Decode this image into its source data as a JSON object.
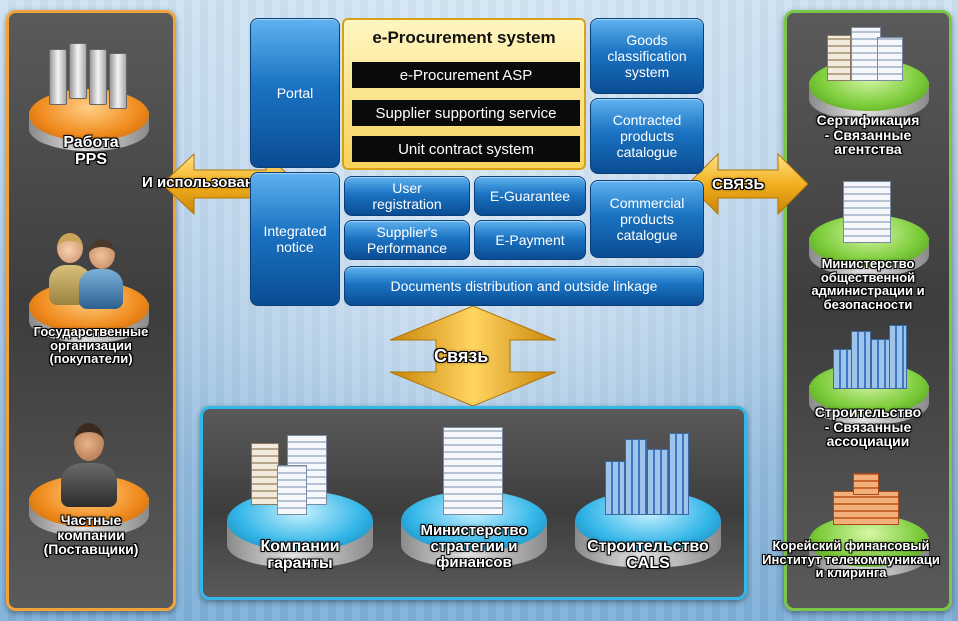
{
  "left_panel": {
    "nodes": [
      {
        "label": "Работа\nPPS"
      },
      {
        "label": "Государственные\nорганизации\n(покупатели)"
      },
      {
        "label": "Частные\nкомпании\n(Поставщики)"
      }
    ]
  },
  "right_panel": {
    "nodes": [
      {
        "label": "Сертификация\n- Связанные\nагентства"
      },
      {
        "label": "Министерство\nобщественной\nадминистрации и\nбезопасности"
      },
      {
        "label": "Строительство\n- Связанные\nассоциации"
      },
      {
        "label": "Корейский финансовый\nИнститут телекоммуникаци\nи клиринга"
      }
    ]
  },
  "bottom_panel": {
    "nodes": [
      {
        "label": "Компании\nгаранты"
      },
      {
        "label": "Министерство\nстратегии и\nфинансов"
      },
      {
        "label": "Строительство\nCALS"
      }
    ]
  },
  "arrows": {
    "left": "И использование",
    "right": "СВЯЗЬ",
    "bottom": "Связь"
  },
  "center": {
    "portal": "Portal",
    "integrated_notice": "Integrated\nnotice",
    "eproc_title": "e-Procurement system",
    "eproc_items": [
      "e-Procurement ASP",
      "Supplier supporting service",
      "Unit contract system"
    ],
    "goods_classification": "Goods\nclassification\nsystem",
    "contracted_catalogue": "Contracted\nproducts\ncatalogue",
    "commercial_catalogue": "Commercial\nproducts\ncatalogue",
    "user_registration": "User\nregistration",
    "e_guarantee": "E-Guarantee",
    "supplier_performance": "Supplier's\nPerformance",
    "e_payment": "E-Payment",
    "documents": "Documents distribution and outside linkage"
  },
  "colors": {
    "left_border": "#f2a23a",
    "right_border": "#7cc64a",
    "bottom_border": "#33b6e8",
    "box_blue": "#1b73c2",
    "arrow_gold": "#f2b01e"
  }
}
